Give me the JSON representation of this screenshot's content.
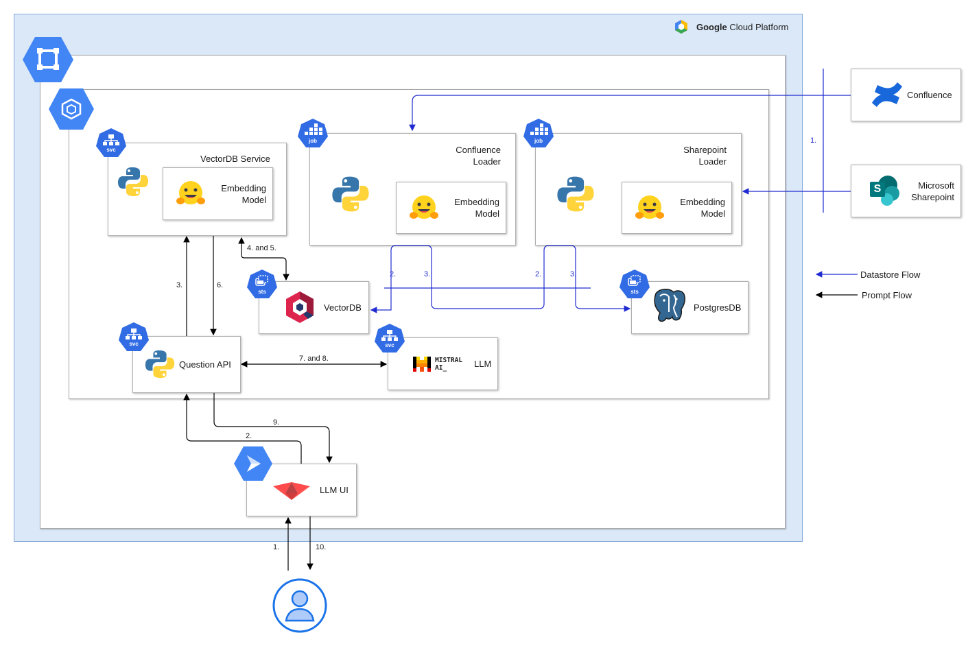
{
  "platform": {
    "title_bold": "Google",
    "title_rest": " Cloud Platform"
  },
  "nodes": {
    "vectordb_service": "VectorDB Service",
    "embedding_model_line1": "Embedding",
    "embedding_model_line2": "Model",
    "confluence_loader_line1": "Confluence",
    "confluence_loader_line2": "Loader",
    "sharepoint_loader_line1": "Sharepoint",
    "sharepoint_loader_line2": "Loader",
    "vectordb": "VectorDB",
    "postgresdb": "PostgresDB",
    "question_api": "Question API",
    "llm": "LLM",
    "llm_ui": "LLM UI",
    "mistral_logo_line1": "MISTRAL",
    "mistral_logo_line2": "AI_"
  },
  "external": {
    "confluence": "Confluence",
    "sharepoint_line1": "Microsoft",
    "sharepoint_line2": "Sharepoint",
    "sharepoint_icon_letter": "S"
  },
  "badges": {
    "svc": "svc",
    "job": "job",
    "sts": "sts"
  },
  "flows": {
    "ext_1": "1.",
    "loader_2a": "2.",
    "loader_3a": "3.",
    "loader_2b": "2.",
    "loader_3b": "3.",
    "vs_3": "3.",
    "vs_6": "6.",
    "vs_4_5": "4. and 5.",
    "llm_7_8": "7. and 8.",
    "ui_9": "9.",
    "ui_2": "2.",
    "user_1": "1.",
    "user_10": "10."
  },
  "legend": {
    "datastore_flow": "Datastore Flow",
    "prompt_flow": "Prompt Flow",
    "datastore_color": "#1f2bd0",
    "prompt_color": "#000000"
  },
  "colors": {
    "gcp_blue": "#4285f4",
    "python_blue": "#3776ab",
    "python_yellow": "#ffd43b"
  }
}
